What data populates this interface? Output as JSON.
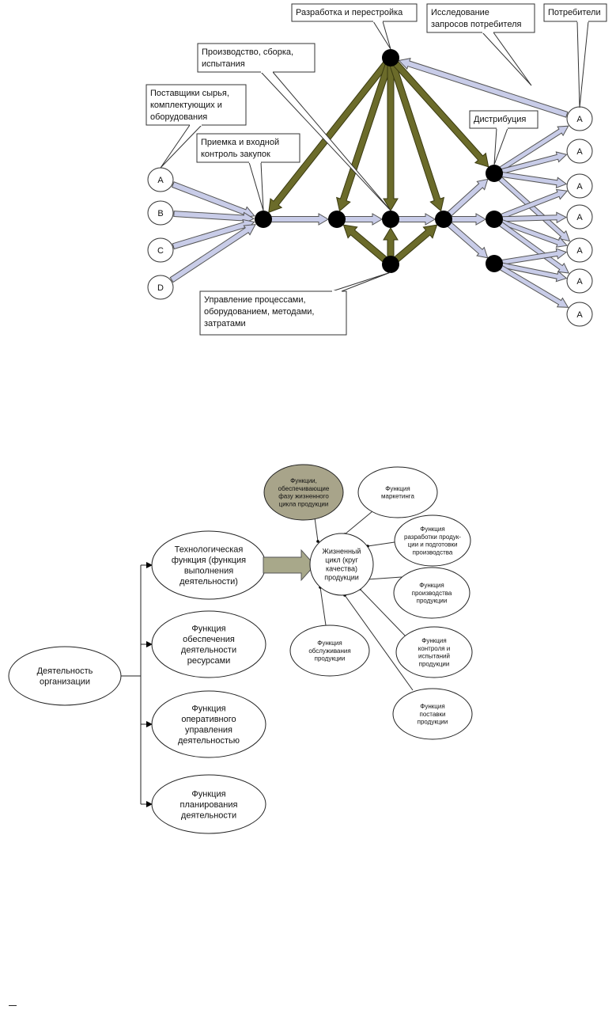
{
  "diagram1": {
    "callouts": {
      "development": "Разработка и перестройка",
      "research": [
        "Исследование",
        "запросов потребителя"
      ],
      "consumers": "Потребители",
      "production": [
        "Производство, сборка,",
        "испытания"
      ],
      "suppliers": [
        "Поставщики сырья,",
        "комплектующих и",
        "оборудования"
      ],
      "receiving": [
        "Приемка и входной",
        "контроль закупок"
      ],
      "distribution": "Дистрибуция",
      "management": [
        "Управление процессами,",
        "оборудованием, методами,",
        "затратами"
      ]
    },
    "supplier_nodes": [
      "A",
      "B",
      "C",
      "D"
    ],
    "consumer_nodes": [
      "A",
      "A",
      "A",
      "A",
      "A",
      "A",
      "A"
    ],
    "colors": {
      "process_arrow": "#6b6b2a",
      "flow_arrow": "#c8cce8",
      "node": "#000000"
    }
  },
  "diagram2": {
    "root": [
      "Деятельность",
      "организации"
    ],
    "left_functions": [
      [
        "Технологическая",
        "функция (функция",
        "выполнения",
        "деятельности)"
      ],
      [
        "Функция",
        "обеспечения",
        "деятельности",
        "ресурсами"
      ],
      [
        "Функция",
        "оперативного",
        "управления",
        "деятельностью"
      ],
      [
        "Функция",
        "планирования",
        "деятельности"
      ]
    ],
    "center": [
      "Жизненный",
      "цикл (круг",
      "качества)",
      "продукции"
    ],
    "highlight": [
      "Функции,",
      "обеспечивающие",
      "фазу жизненного",
      "цикла продукции"
    ],
    "satellites": [
      [
        "Функция",
        "маркетинга"
      ],
      [
        "Функция",
        "разработки продук-",
        "ции и подготовки",
        "производства"
      ],
      [
        "Функция",
        "производства",
        "продукции"
      ],
      [
        "Функция",
        "контроля и",
        "испытаний",
        "продукции"
      ],
      [
        "Функция",
        "поставки",
        "продукции"
      ],
      [
        "Функция",
        "обслуживания",
        "продукции"
      ]
    ],
    "colors": {
      "highlight_fill": "#a8a48a",
      "big_arrow": "#a8a88a"
    }
  },
  "footer_mark": "–"
}
